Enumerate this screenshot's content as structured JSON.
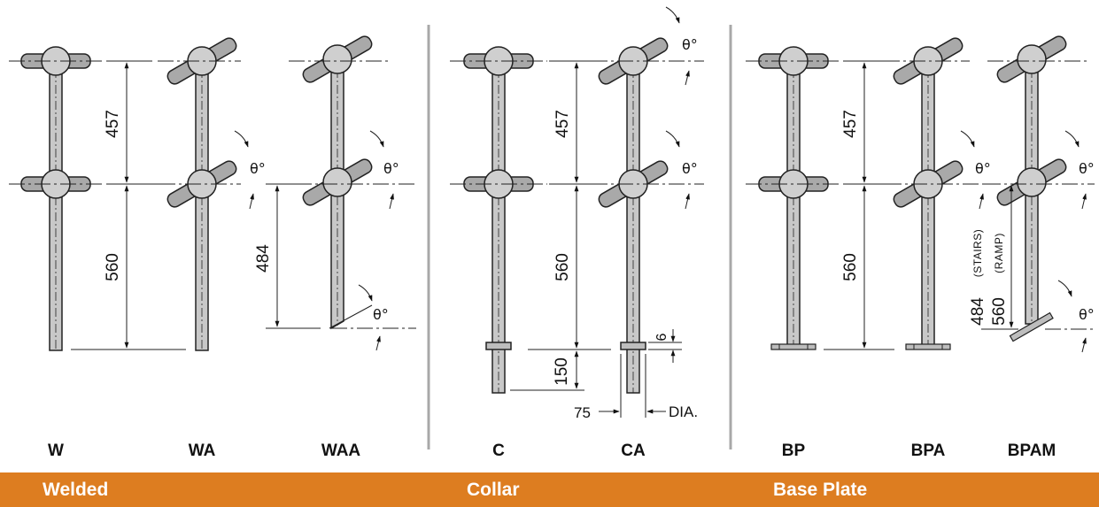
{
  "dimensions": {
    "d457": "457",
    "d560": "560",
    "d484": "484",
    "d150": "150",
    "d75": "75",
    "d6": "6",
    "dia": "DIA.",
    "stairs": "(STAIRS)",
    "ramp": "(RAMP)",
    "theta": "θ°"
  },
  "codes": [
    "W",
    "WA",
    "WAA",
    "C",
    "CA",
    "BP",
    "BPA",
    "BPAM"
  ],
  "categories": [
    "Welded",
    "Collar",
    "Base Plate"
  ],
  "colors": {
    "accent": "#dd7d20",
    "divider": "#a8a8a8",
    "pipe_fill": "#c8c8c8",
    "stroke": "#222222"
  }
}
